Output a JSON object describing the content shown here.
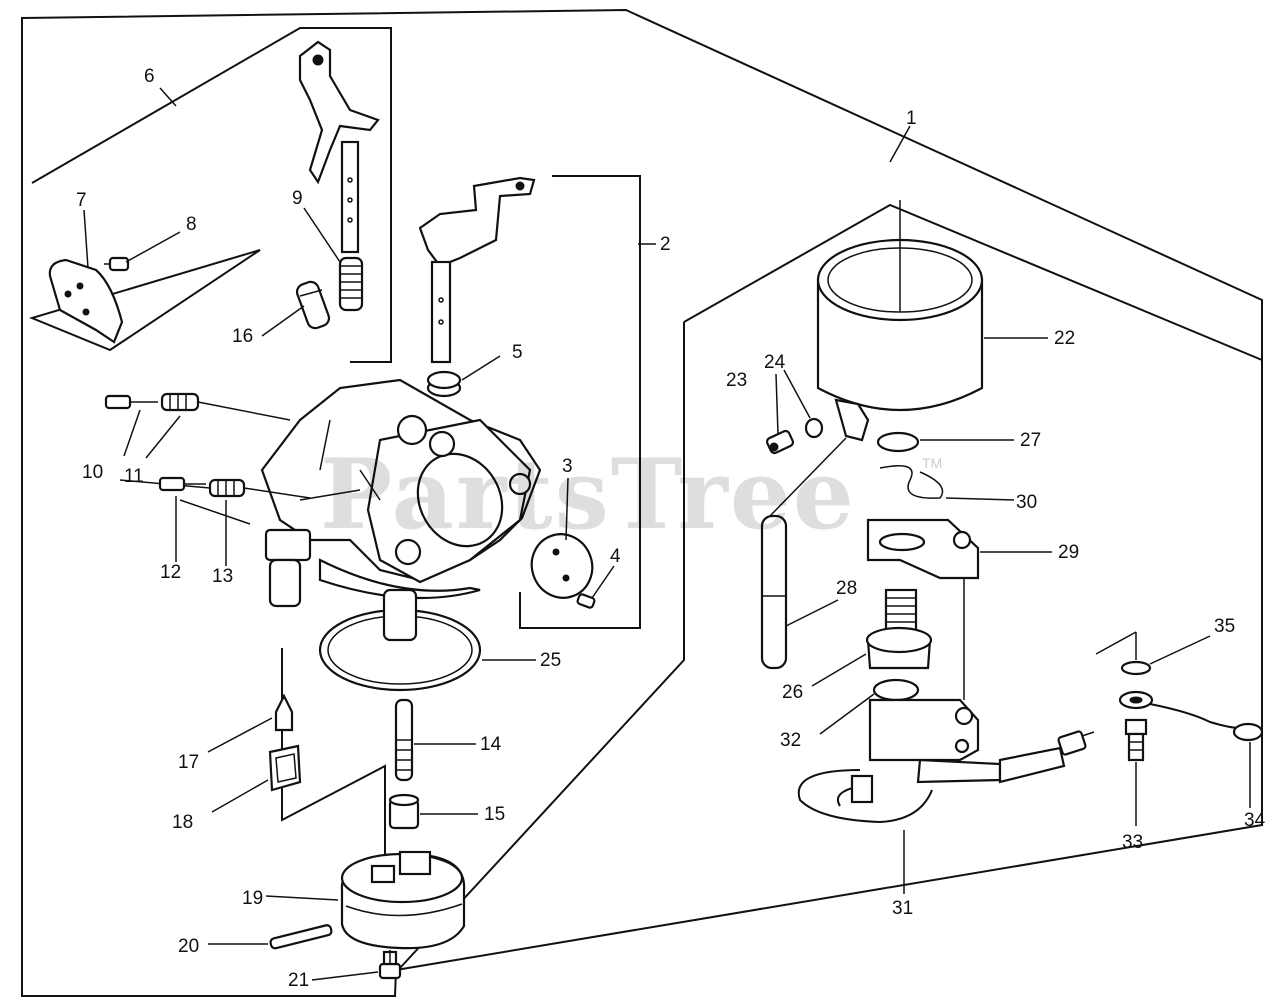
{
  "watermark": {
    "text": "PartsTree",
    "mark": "TM"
  },
  "callouts": [
    {
      "id": "c1",
      "text": "1"
    },
    {
      "id": "c2",
      "text": "2"
    },
    {
      "id": "c3",
      "text": "3"
    },
    {
      "id": "c4",
      "text": "4"
    },
    {
      "id": "c5",
      "text": "5"
    },
    {
      "id": "c6",
      "text": "6"
    },
    {
      "id": "c7",
      "text": "7"
    },
    {
      "id": "c8",
      "text": "8"
    },
    {
      "id": "c9",
      "text": "9"
    },
    {
      "id": "c10",
      "text": "10"
    },
    {
      "id": "c11",
      "text": "11"
    },
    {
      "id": "c12",
      "text": "12"
    },
    {
      "id": "c13",
      "text": "13"
    },
    {
      "id": "c14",
      "text": "14"
    },
    {
      "id": "c15",
      "text": "15"
    },
    {
      "id": "c16",
      "text": "16"
    },
    {
      "id": "c17",
      "text": "17"
    },
    {
      "id": "c18",
      "text": "18"
    },
    {
      "id": "c19",
      "text": "19"
    },
    {
      "id": "c20",
      "text": "20"
    },
    {
      "id": "c21",
      "text": "21"
    },
    {
      "id": "c22",
      "text": "22"
    },
    {
      "id": "c23",
      "text": "23"
    },
    {
      "id": "c24",
      "text": "24"
    },
    {
      "id": "c25",
      "text": "25"
    },
    {
      "id": "c26",
      "text": "26"
    },
    {
      "id": "c27",
      "text": "27"
    },
    {
      "id": "c28",
      "text": "28"
    },
    {
      "id": "c29",
      "text": "29"
    },
    {
      "id": "c30",
      "text": "30"
    },
    {
      "id": "c31",
      "text": "31"
    },
    {
      "id": "c32",
      "text": "32"
    },
    {
      "id": "c33",
      "text": "33"
    },
    {
      "id": "c34",
      "text": "34"
    },
    {
      "id": "c35",
      "text": "35"
    }
  ]
}
